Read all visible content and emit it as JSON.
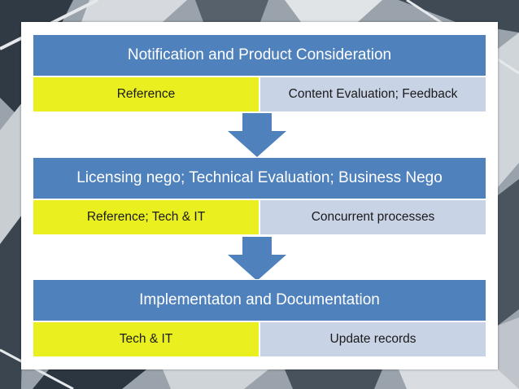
{
  "colors": {
    "title_bg": "#4f81bd",
    "left_cell_bg": "#eaf020",
    "right_cell_bg": "#c9d3e6",
    "arrow": "#4f81bd"
  },
  "stages": [
    {
      "title": "Notification and Product Consideration",
      "left": "Reference",
      "right": "Content Evaluation; Feedback"
    },
    {
      "title": "Licensing nego; Technical Evaluation; Business Nego",
      "left": "Reference; Tech & IT",
      "right": "Concurrent processes"
    },
    {
      "title": "Implementaton and Documentation",
      "left": "Tech & IT",
      "right": "Update records"
    }
  ],
  "arrows": [
    "down-arrow-icon",
    "down-arrow-icon"
  ]
}
